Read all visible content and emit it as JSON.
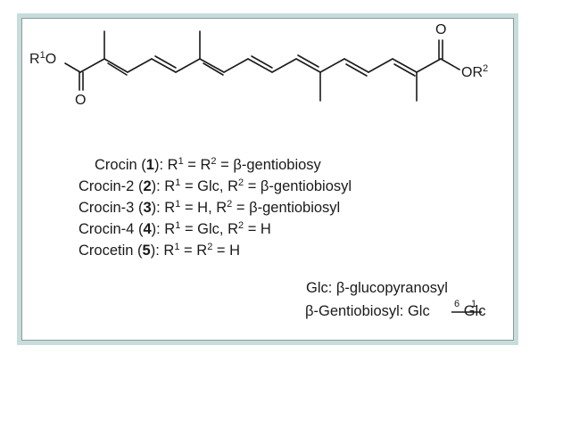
{
  "molecule": {
    "r1o": "O",
    "r1_sup": "1",
    "r_symbol": "R",
    "o_top": "O",
    "o_bottom": "O",
    "or2_o": "OR",
    "or2_sup": "2"
  },
  "compounds": [
    {
      "name": "Crocin",
      "num": "1",
      "r1": "R",
      "r1_sup": "1",
      "r2_sup": "2",
      "text": " = R",
      "tail": " = β-gentiobiosy"
    },
    {
      "name": "Crocin-2",
      "num": "2",
      "r1_sup": "1",
      "mid": " = Glc, R",
      "r2_sup": "2",
      "tail": " = β-gentiobiosyl"
    },
    {
      "name": "Crocin-3",
      "num": "3",
      "r1_sup": "1",
      "mid": " = H, R",
      "r2_sup": "2",
      "tail": " = β-gentiobiosyl"
    },
    {
      "name": "Crocin-4",
      "num": "4",
      "r1_sup": "1",
      "mid": " = Glc, R",
      "r2_sup": "2",
      "tail": " = H"
    },
    {
      "name": "Crocetin",
      "num": "5",
      "r1_sup": "1",
      "mid": " = R",
      "r2_sup": "2",
      "tail": " = H"
    }
  ],
  "legend": {
    "glc_line": "Glc: β-glucopyranosyl",
    "gentio_prefix": "β-Gentiobiosyl: Glc",
    "link_6": "6",
    "link_1": "1",
    "gentio_suffix": "Glc"
  },
  "colors": {
    "frame": "#c8dcdc",
    "ink": "#1a1a1a"
  }
}
